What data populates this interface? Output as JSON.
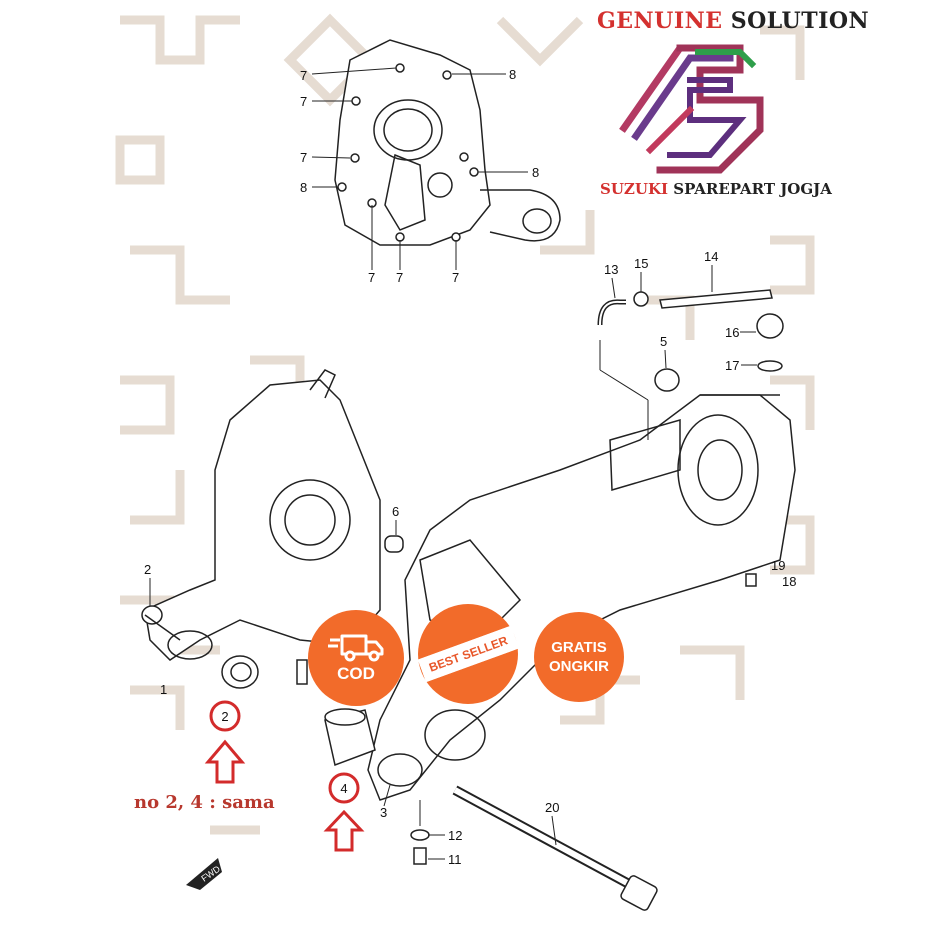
{
  "brand": {
    "title_part1": "GENUINE",
    "title_part2": "SOLUTION",
    "subtitle_part1": "SUZUKI",
    "subtitle_part2": "SPAREPART JOGJA"
  },
  "badges": {
    "cod": "COD",
    "best_seller": "BEST SELLER",
    "free_line1": "GRATIS",
    "free_line2": "ONGKIR"
  },
  "note": "no 2, 4 : sama",
  "fwd_label": "FWD",
  "callouts": {
    "top_7a": "7",
    "top_7b": "7",
    "top_7c": "7",
    "top_7d": "7",
    "top_7e": "7",
    "top_7f": "7",
    "top_8a": "8",
    "top_8b": "8",
    "top_8c": "8",
    "p1": "1",
    "p2": "2",
    "p2top": "2",
    "p3": "3",
    "p4": "4",
    "p5": "5",
    "p6": "6",
    "p11": "11",
    "p12": "12",
    "p13": "13",
    "p14": "14",
    "p15": "15",
    "p16": "16",
    "p17": "17",
    "p18": "18",
    "p19": "19",
    "p20": "20"
  },
  "colors": {
    "accent_orange": "#f26b2a",
    "brand_red": "#d4312f",
    "callout_red": "#d32b2b",
    "pattern_beige": "#e6dcd2"
  }
}
